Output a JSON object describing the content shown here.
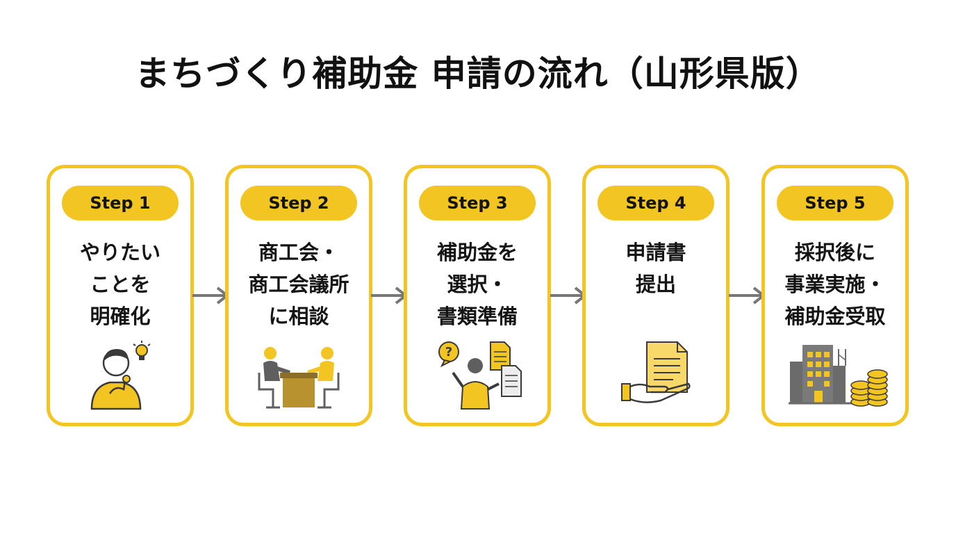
{
  "title": "まちづくり補助金 申請の流れ（山形県版）",
  "steps": [
    {
      "badge": "Step 1",
      "text": "やりたい\nことを\n明確化",
      "icon": "thinking-person-lightbulb-icon"
    },
    {
      "badge": "Step 2",
      "text": "商工会・\n商工会議所\nに相談",
      "icon": "consultation-meeting-icon"
    },
    {
      "badge": "Step 3",
      "text": "補助金を\n選択・\n書類準備",
      "icon": "person-question-documents-icon"
    },
    {
      "badge": "Step 4",
      "text": "申請書\n提出",
      "icon": "hand-submitting-document-icon"
    },
    {
      "badge": "Step 5",
      "text": "採択後に\n事業実施・\n補助金受取",
      "icon": "building-coins-icon"
    }
  ],
  "colors": {
    "accent": "#f2c522",
    "text": "#141414",
    "arrow": "#777777",
    "icon_dark": "#6b6b6b",
    "icon_gold": "#b8922e"
  }
}
